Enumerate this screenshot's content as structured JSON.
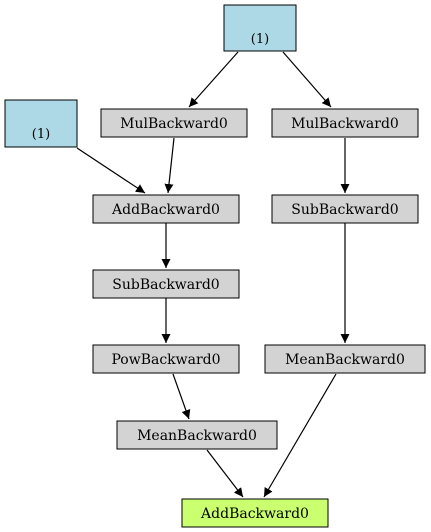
{
  "colors": {
    "leaf": "#add8e6",
    "op": "#d3d3d3",
    "output": "#caff70",
    "edge": "#000000"
  },
  "nodes": {
    "leaf_top": "(1)",
    "leaf_left": "(1)",
    "mul_left": "MulBackward0",
    "mul_right": "MulBackward0",
    "add_mid": "AddBackward0",
    "sub_right": "SubBackward0",
    "sub_left": "SubBackward0",
    "pow": "PowBackward0",
    "mean_right": "MeanBackward0",
    "mean_left": "MeanBackward0",
    "add_out": "AddBackward0"
  }
}
